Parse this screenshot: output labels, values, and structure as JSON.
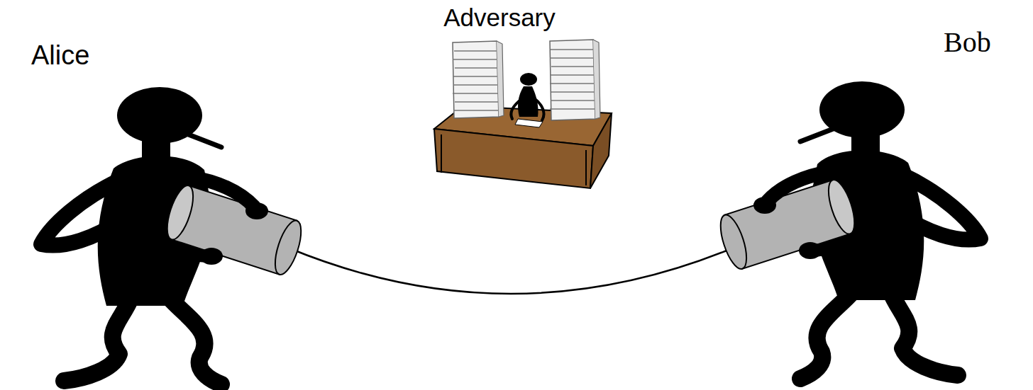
{
  "diagram": {
    "labels": [
      "Alice",
      "Adversary",
      "Bob"
    ]
  }
}
